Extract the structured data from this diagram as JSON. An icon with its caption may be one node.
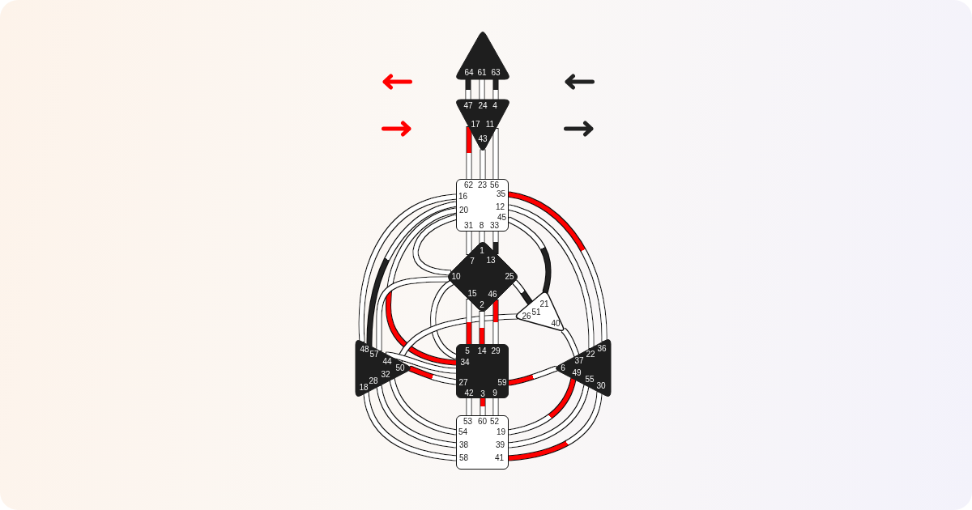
{
  "diagram": {
    "nodes": [
      {
        "text": [
          "64",
          "61",
          "63"
        ]
      },
      {
        "text": [
          "47",
          "24",
          "4",
          "17",
          "11",
          "43"
        ]
      },
      {
        "text": [
          "62",
          "23",
          "56",
          "16",
          "35",
          "20",
          "12",
          "45",
          "31",
          "8",
          "33"
        ]
      },
      {
        "text": [
          "1",
          "7",
          "13",
          "10",
          "25",
          "15",
          "46",
          "2"
        ]
      },
      {
        "text": [
          "21",
          "51",
          "26",
          "40"
        ]
      },
      {
        "text": [
          "48",
          "57",
          "44",
          "50",
          "32",
          "28",
          "18"
        ]
      },
      {
        "text": [
          "5",
          "14",
          "29",
          "34",
          "27",
          "59",
          "42",
          "3",
          "9"
        ]
      },
      {
        "text": [
          "36",
          "22",
          "37",
          "6",
          "49",
          "55",
          "30"
        ]
      },
      {
        "text": [
          "53",
          "60",
          "52",
          "54",
          "19",
          "38",
          "39",
          "58",
          "41"
        ]
      }
    ],
    "edges": [
      {
        "from": 0,
        "to": 1,
        "arrow": "none",
        "color": "#222222"
      },
      {
        "from": 0,
        "to": 1,
        "arrow": "none"
      },
      {
        "from": 0,
        "to": 1,
        "arrow": "none",
        "color": "#222222"
      },
      {
        "from": 1,
        "to": 2,
        "arrow": "none",
        "color": "#ff0000"
      },
      {
        "from": 1,
        "to": 2,
        "arrow": "none"
      },
      {
        "from": 1,
        "to": 2,
        "arrow": "none"
      },
      {
        "from": 2,
        "to": 5,
        "arrow": "none"
      },
      {
        "from": 5,
        "to": 2,
        "arrow": "none",
        "color": "#222222"
      },
      {
        "from": 6,
        "to": 2,
        "arrow": "none",
        "color": "#ff0000"
      },
      {
        "from": 3,
        "to": 2,
        "arrow": "none"
      },
      {
        "from": 2,
        "to": 3,
        "arrow": "none"
      },
      {
        "from": 2,
        "to": 3,
        "arrow": "none"
      },
      {
        "from": 3,
        "to": 2,
        "arrow": "none",
        "color": "#222222"
      },
      {
        "from": 2,
        "to": 7,
        "arrow": "none",
        "color": "#ff0000"
      },
      {
        "from": 2,
        "to": 7,
        "arrow": "none"
      },
      {
        "from": 4,
        "to": 2,
        "arrow": "none",
        "color": "#222222"
      },
      {
        "from": 3,
        "to": 5,
        "arrow": "none"
      },
      {
        "from": 3,
        "to": 6,
        "arrow": "none"
      },
      {
        "from": 4,
        "to": 3,
        "arrow": "none",
        "color": "#222222"
      },
      {
        "from": 4,
        "to": 5,
        "arrow": "none"
      },
      {
        "from": 4,
        "to": 7,
        "arrow": "none"
      },
      {
        "from": 6,
        "to": 3,
        "arrow": "none",
        "color": "#ff0000"
      },
      {
        "from": 6,
        "to": 3,
        "arrow": "none",
        "color": "#ff0000"
      },
      {
        "from": 3,
        "to": 6,
        "arrow": "none",
        "color": "#ff0000"
      },
      {
        "from": 5,
        "to": 6,
        "arrow": "none",
        "color": "#ff0000"
      },
      {
        "from": 5,
        "to": 6,
        "arrow": "none"
      },
      {
        "from": 6,
        "to": 7,
        "arrow": "none",
        "color": "#ff0000"
      },
      {
        "from": 6,
        "to": 8,
        "arrow": "none"
      },
      {
        "from": 6,
        "to": 8,
        "arrow": "none",
        "color": "#ff0000"
      },
      {
        "from": 6,
        "to": 8,
        "arrow": "none"
      },
      {
        "from": 5,
        "to": 8,
        "arrow": "none"
      },
      {
        "from": 5,
        "to": 8,
        "arrow": "none"
      },
      {
        "from": 5,
        "to": 8,
        "arrow": "none"
      },
      {
        "from": 7,
        "to": 8,
        "arrow": "none",
        "color": "#ff0000"
      },
      {
        "from": 7,
        "to": 8,
        "arrow": "none"
      },
      {
        "from": 8,
        "to": 7,
        "arrow": "none",
        "color": "#ff0000"
      }
    ]
  }
}
